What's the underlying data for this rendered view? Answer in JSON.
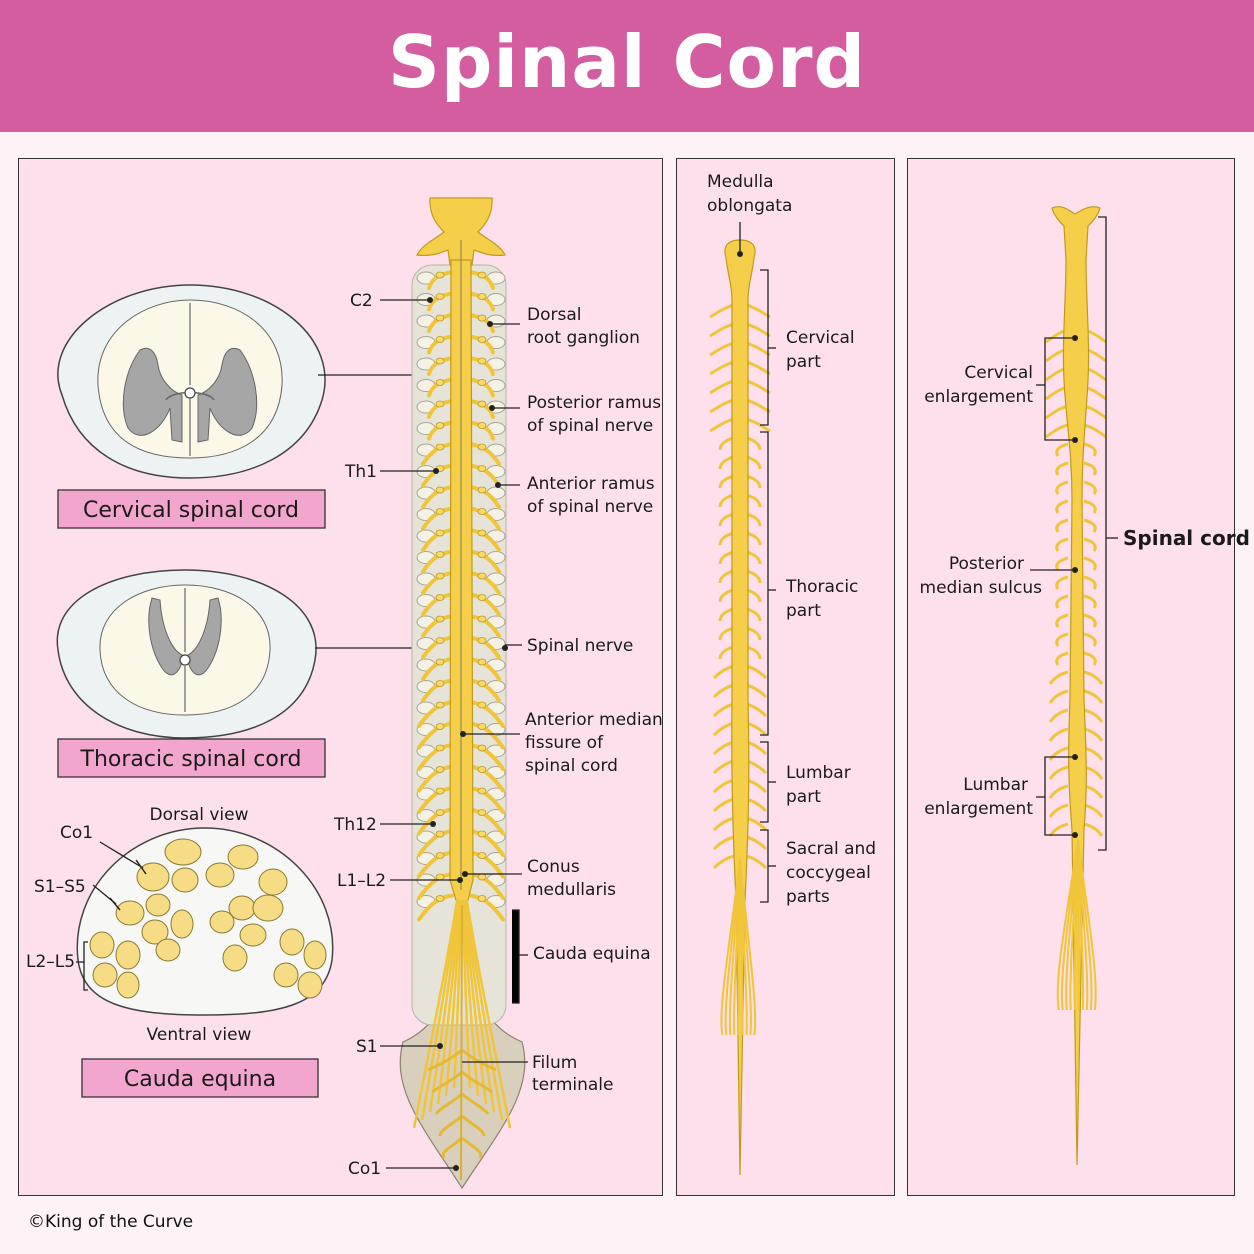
{
  "title": "Spinal Cord",
  "credit": "©King of the Curve",
  "colors": {
    "header": "#d35d9e",
    "panel": "#fde0ec",
    "cord": "#f5cf4a",
    "label_box": "#f3a6cd"
  },
  "sections": {
    "cervical_label": "Cervical spinal cord",
    "thoracic_label": "Thoracic spinal cord",
    "cauda_label": "Cauda equina",
    "dorsal_view": "Dorsal view",
    "ventral_view": "Ventral view",
    "co1": "Co1",
    "s1s5": "S1–S5",
    "l2l5": "L2–L5"
  },
  "spine_labels": {
    "c2": "C2",
    "th1": "Th1",
    "th12": "Th12",
    "l1l2": "L1–L2",
    "s1": "S1",
    "co1": "Co1",
    "drg_1": "Dorsal",
    "drg_2": "root ganglion",
    "post_1": "Posterior ramus",
    "post_2": "of spinal nerve",
    "ant_1": "Anterior ramus",
    "ant_2": "of spinal nerve",
    "nerve": "Spinal nerve",
    "amf_1": "Anterior median",
    "amf_2": "fissure of",
    "amf_3": "spinal cord",
    "conus_1": "Conus",
    "conus_2": "medullaris",
    "cauda": "Cauda equina",
    "filum_1": "Filum",
    "filum_2": "terminale"
  },
  "middle_labels": {
    "med_1": "Medulla",
    "med_2": "oblongata",
    "cerv_1": "Cervical",
    "cerv_2": "part",
    "thor_1": "Thoracic",
    "thor_2": "part",
    "lumb_1": "Lumbar",
    "lumb_2": "part",
    "sac_1": "Sacral and",
    "sac_2": "coccygeal",
    "sac_3": "parts"
  },
  "right_labels": {
    "ce_1": "Cervical",
    "ce_2": "enlargement",
    "sc": "Spinal cord",
    "pms_1": "Posterior",
    "pms_2": "median sulcus",
    "le_1": "Lumbar",
    "le_2": "enlargement"
  }
}
